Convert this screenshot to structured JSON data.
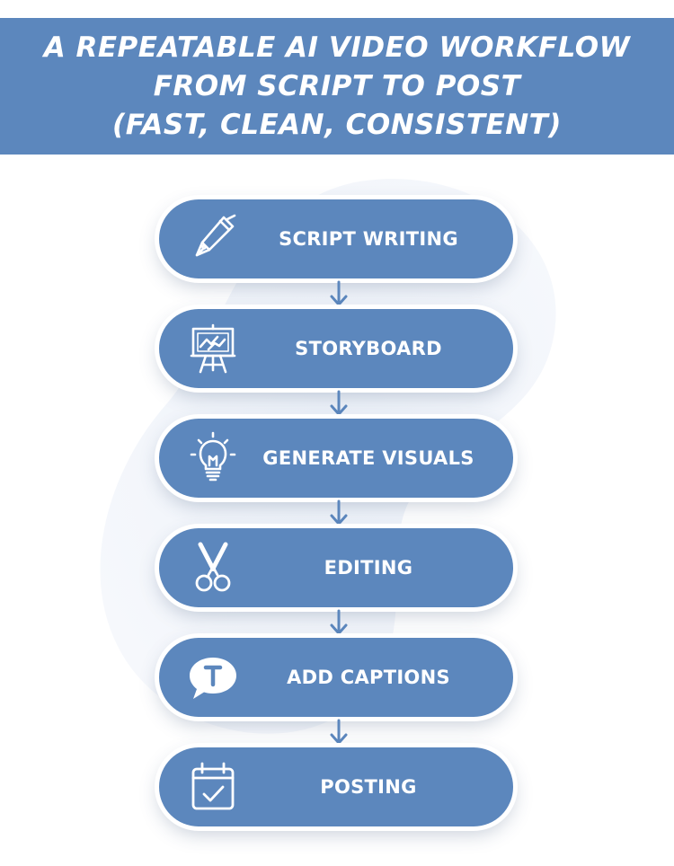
{
  "header": {
    "title_lines": [
      "A REPEATABLE AI VIDEO WORKFLOW",
      "FROM SCRIPT TO POST",
      "(FAST, CLEAN, CONSISTENT)"
    ]
  },
  "colors": {
    "primary": "#5c87bd",
    "background": "#ffffff",
    "text": "#ffffff"
  },
  "steps": [
    {
      "label": "SCRIPT WRITING",
      "icon": "pen-icon"
    },
    {
      "label": "STORYBOARD",
      "icon": "easel-chart-icon"
    },
    {
      "label": "GENERATE VISUALS",
      "icon": "lightbulb-icon"
    },
    {
      "label": "EDITING",
      "icon": "scissors-icon"
    },
    {
      "label": "ADD CAPTIONS",
      "icon": "text-bubble-icon"
    },
    {
      "label": "POSTING",
      "icon": "calendar-check-icon"
    }
  ]
}
